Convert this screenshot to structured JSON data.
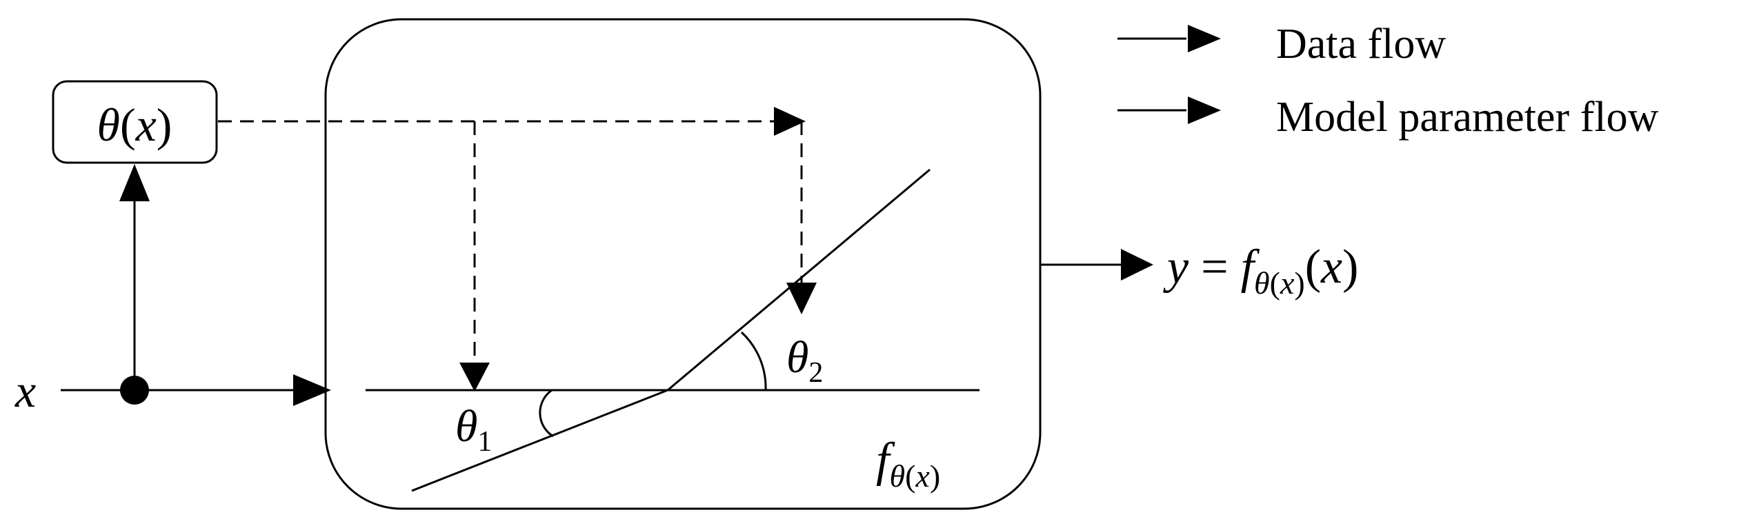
{
  "legend": {
    "data_flow_label": "Data flow",
    "param_flow_label": "Model parameter flow"
  },
  "input_label": "x",
  "param_box": {
    "theta": "θ",
    "open": "(",
    "x": "x",
    "close": ")"
  },
  "model_label": {
    "f": "f",
    "sub_theta": "θ",
    "sub_paren_open": "(",
    "sub_x": "x",
    "sub_paren_close": ")"
  },
  "angles": {
    "theta1_symbol": "θ",
    "theta1_sub": "1",
    "theta2_symbol": "θ",
    "theta2_sub": "2"
  },
  "output": {
    "y": "y",
    "equals": "=",
    "f": "f",
    "sub_theta": "θ",
    "sub_paren_open": "(",
    "sub_x": "x",
    "sub_paren_close": ")",
    "paren_open": "(",
    "x": "x",
    "paren_close": ")"
  }
}
